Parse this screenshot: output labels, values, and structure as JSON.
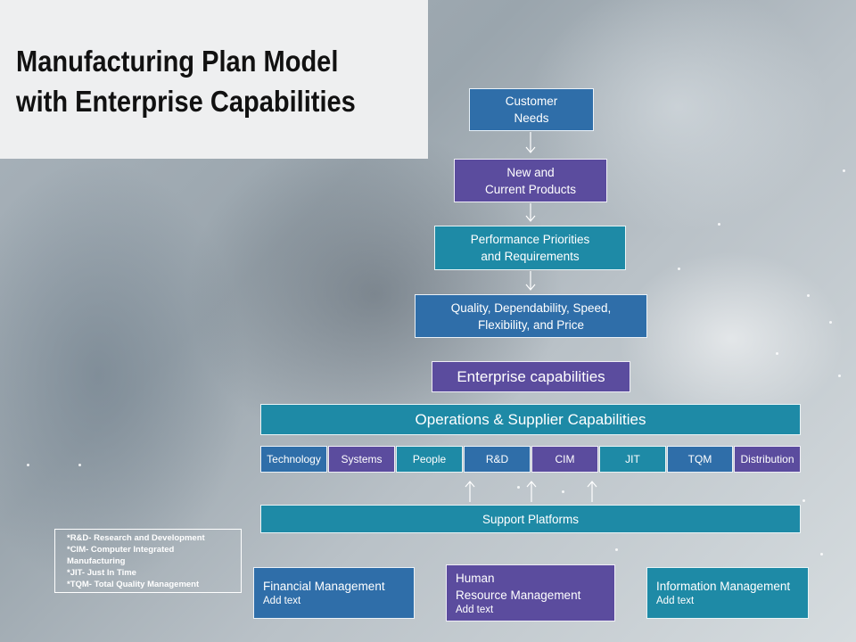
{
  "title": {
    "line1": "Manufacturing Plan Model",
    "line2": "with Enterprise Capabilities"
  },
  "flow": {
    "customer_needs": [
      "Customer",
      "Needs"
    ],
    "products": [
      "New and",
      "Current Products"
    ],
    "priorities": [
      "Performance Priorities",
      "and Requirements"
    ],
    "quality": [
      "Quality, Dependability, Speed,",
      "Flexibility, and Price"
    ],
    "enterprise": "Enterprise capabilities"
  },
  "operations": {
    "title": "Operations & Supplier Capabilities",
    "capabilities": [
      "Technology",
      "Systems",
      "People",
      "R&D",
      "CIM",
      "JIT",
      "TQM",
      "Distribution"
    ]
  },
  "support": {
    "label": "Support Platforms"
  },
  "legend": [
    "*R&D- Research and Development",
    "*CIM- Computer Integrated",
    "Manufacturing",
    "*JIT- Just In Time",
    "*TQM- Total Quality Management"
  ],
  "platforms": [
    {
      "title": "Financial Management",
      "sub": "Add text"
    },
    {
      "title_line1": "Human",
      "title_line2": "Resource Management",
      "sub": "Add text"
    },
    {
      "title": "Information Management",
      "sub": "Add text"
    }
  ],
  "colors": {
    "blue": "#2f6ea9",
    "purple": "#5b4c9e",
    "teal": "#1e8aa6",
    "title_panel": "#eeeff0"
  }
}
